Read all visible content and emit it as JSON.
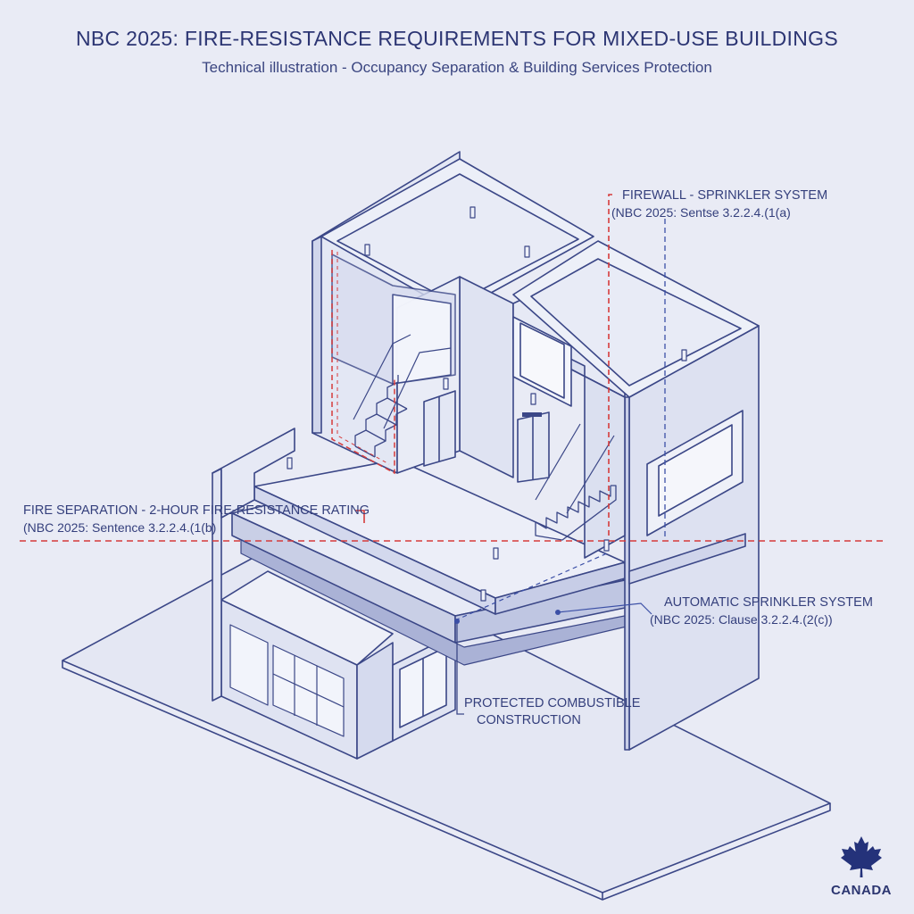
{
  "header": {
    "title": "NBC 2025: FIRE-RESISTANCE REQUIREMENTS FOR MIXED-USE BUILDINGS",
    "subtitle": "Technical illustration - Occupancy Separation & Building Services Protection"
  },
  "annotations": {
    "firewall": {
      "title": "FIREWALL - SPRINKLER SYSTEM",
      "reference": "(NBC 2025: Sentse 3.2.2.4.(1(a)"
    },
    "fire_separation": {
      "title": "FIRE SEPARATION - 2-HOUR FIRE-RESISTANCE RATING",
      "reference": "(NBC 2025: Sentence 3.2.2.4.(1(b)"
    },
    "sprinkler": {
      "title": "AUTOMATIC SPRINKLER SYSTEM",
      "reference": "(NBC 2025: Clause 3.2.2.4.(2(c))"
    },
    "combustible": {
      "title": "PROTECTED COMBUSTIBLE",
      "title2": "CONSTRUCTION"
    }
  },
  "branding": {
    "country": "CANADA",
    "icon": "maple-leaf-icon"
  },
  "colors": {
    "background": "#e9ebf5",
    "line": "#3b4787",
    "accent_red": "#d63b3b",
    "accent_blue": "#3b4fa6",
    "maple": "#24327a"
  }
}
